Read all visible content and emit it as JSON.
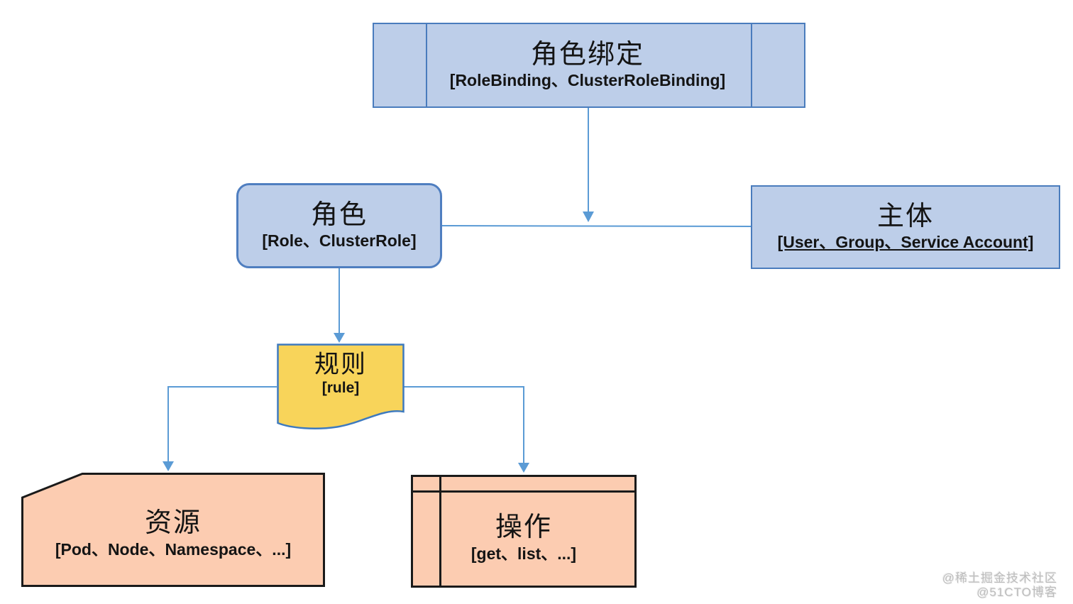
{
  "nodes": {
    "role_binding": {
      "title": "角色绑定",
      "subtitle": "[RoleBinding、ClusterRoleBinding]"
    },
    "role": {
      "title": "角色",
      "subtitle": "[Role、ClusterRole]"
    },
    "subject": {
      "title": "主体",
      "subtitle": "[User、Group、Service Account]"
    },
    "rule": {
      "title": "规则",
      "subtitle": "[rule]"
    },
    "resource": {
      "title": "资源",
      "subtitle": "[Pod、Node、Namespace、...]"
    },
    "operation": {
      "title": "操作",
      "subtitle": "[get、list、...]"
    }
  },
  "watermark": {
    "line1": "@稀土掘金技术社区",
    "line2": "@51CTO博客"
  },
  "colors": {
    "blue_fill": "#bdcee9",
    "blue_border": "#4a7cbd",
    "rounded_border": "#4f7ec0",
    "connector": "#5b9bd5",
    "yellow_fill": "#f8d45a",
    "yellow_border": "#3e7abf",
    "peach_fill": "#fcccb1",
    "black_border": "#1a1a1a",
    "text": "#141414"
  }
}
